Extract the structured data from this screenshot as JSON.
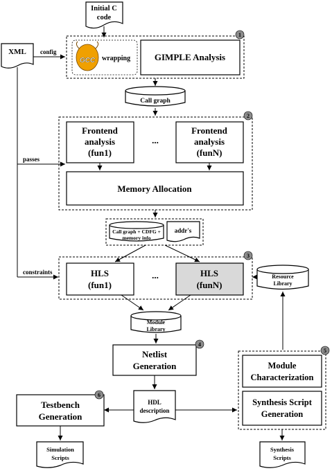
{
  "nodes": {
    "initial_c": [
      "Initial C",
      "code"
    ],
    "xml": "XML",
    "wrapping": "wrapping",
    "gcc_logo": "GCC",
    "gimple": "GIMPLE Analysis",
    "call_graph": "Call graph",
    "frontend_1": [
      "Frontend",
      "analysis",
      "(fun1)"
    ],
    "frontend_n": [
      "Frontend",
      "analysis",
      "(funN)"
    ],
    "ellipsis": "...",
    "memory_allocation": "Memory Allocation",
    "call_graph_cdfg": [
      "Call graph + CDFG +",
      "memory info"
    ],
    "addrs": "addr's",
    "hls_1": [
      "HLS",
      "(fun1)"
    ],
    "hls_n": [
      "HLS",
      "(funN)"
    ],
    "resource_library": [
      "Resource",
      "Library"
    ],
    "module_library": [
      "Module",
      "Library"
    ],
    "netlist": [
      "Netlist",
      "Generation"
    ],
    "hdl": [
      "HDL",
      "description"
    ],
    "testbench": [
      "Testbench",
      "Generation"
    ],
    "module_char": [
      "Module",
      "Characterization"
    ],
    "synth_script": [
      "Synthesis Script",
      "Generation"
    ],
    "simulation_scripts": [
      "Simulation",
      "Scripts"
    ],
    "synthesis_scripts": [
      "Synthesis",
      "Scripts"
    ]
  },
  "edge_labels": {
    "config": "config",
    "passes": "passes",
    "constraints": "constraints"
  },
  "step_badges": [
    "1",
    "2",
    "3",
    "4",
    "5",
    "6"
  ],
  "colors": {
    "badge_fill": "#8c8c8c",
    "highlight_box": "#d9d9d9",
    "gcc_logo": "#f0a000"
  }
}
